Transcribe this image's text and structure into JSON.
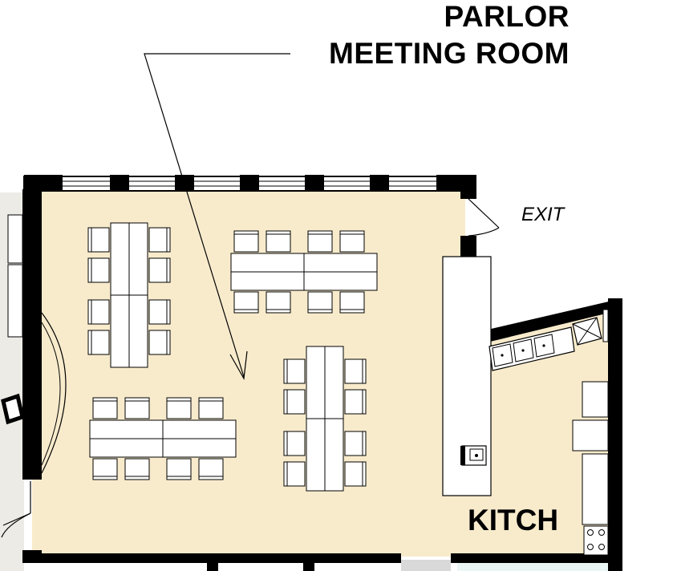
{
  "title": {
    "line1": "PARLOR",
    "line2": "MEETING ROOM"
  },
  "labels": {
    "exit": "EXIT",
    "kitchen": "KITCH"
  },
  "colors": {
    "floor": "#f8ebcc",
    "wall": "#000000",
    "background": "#ffffff",
    "adjacent_space": "#ecebe6"
  }
}
